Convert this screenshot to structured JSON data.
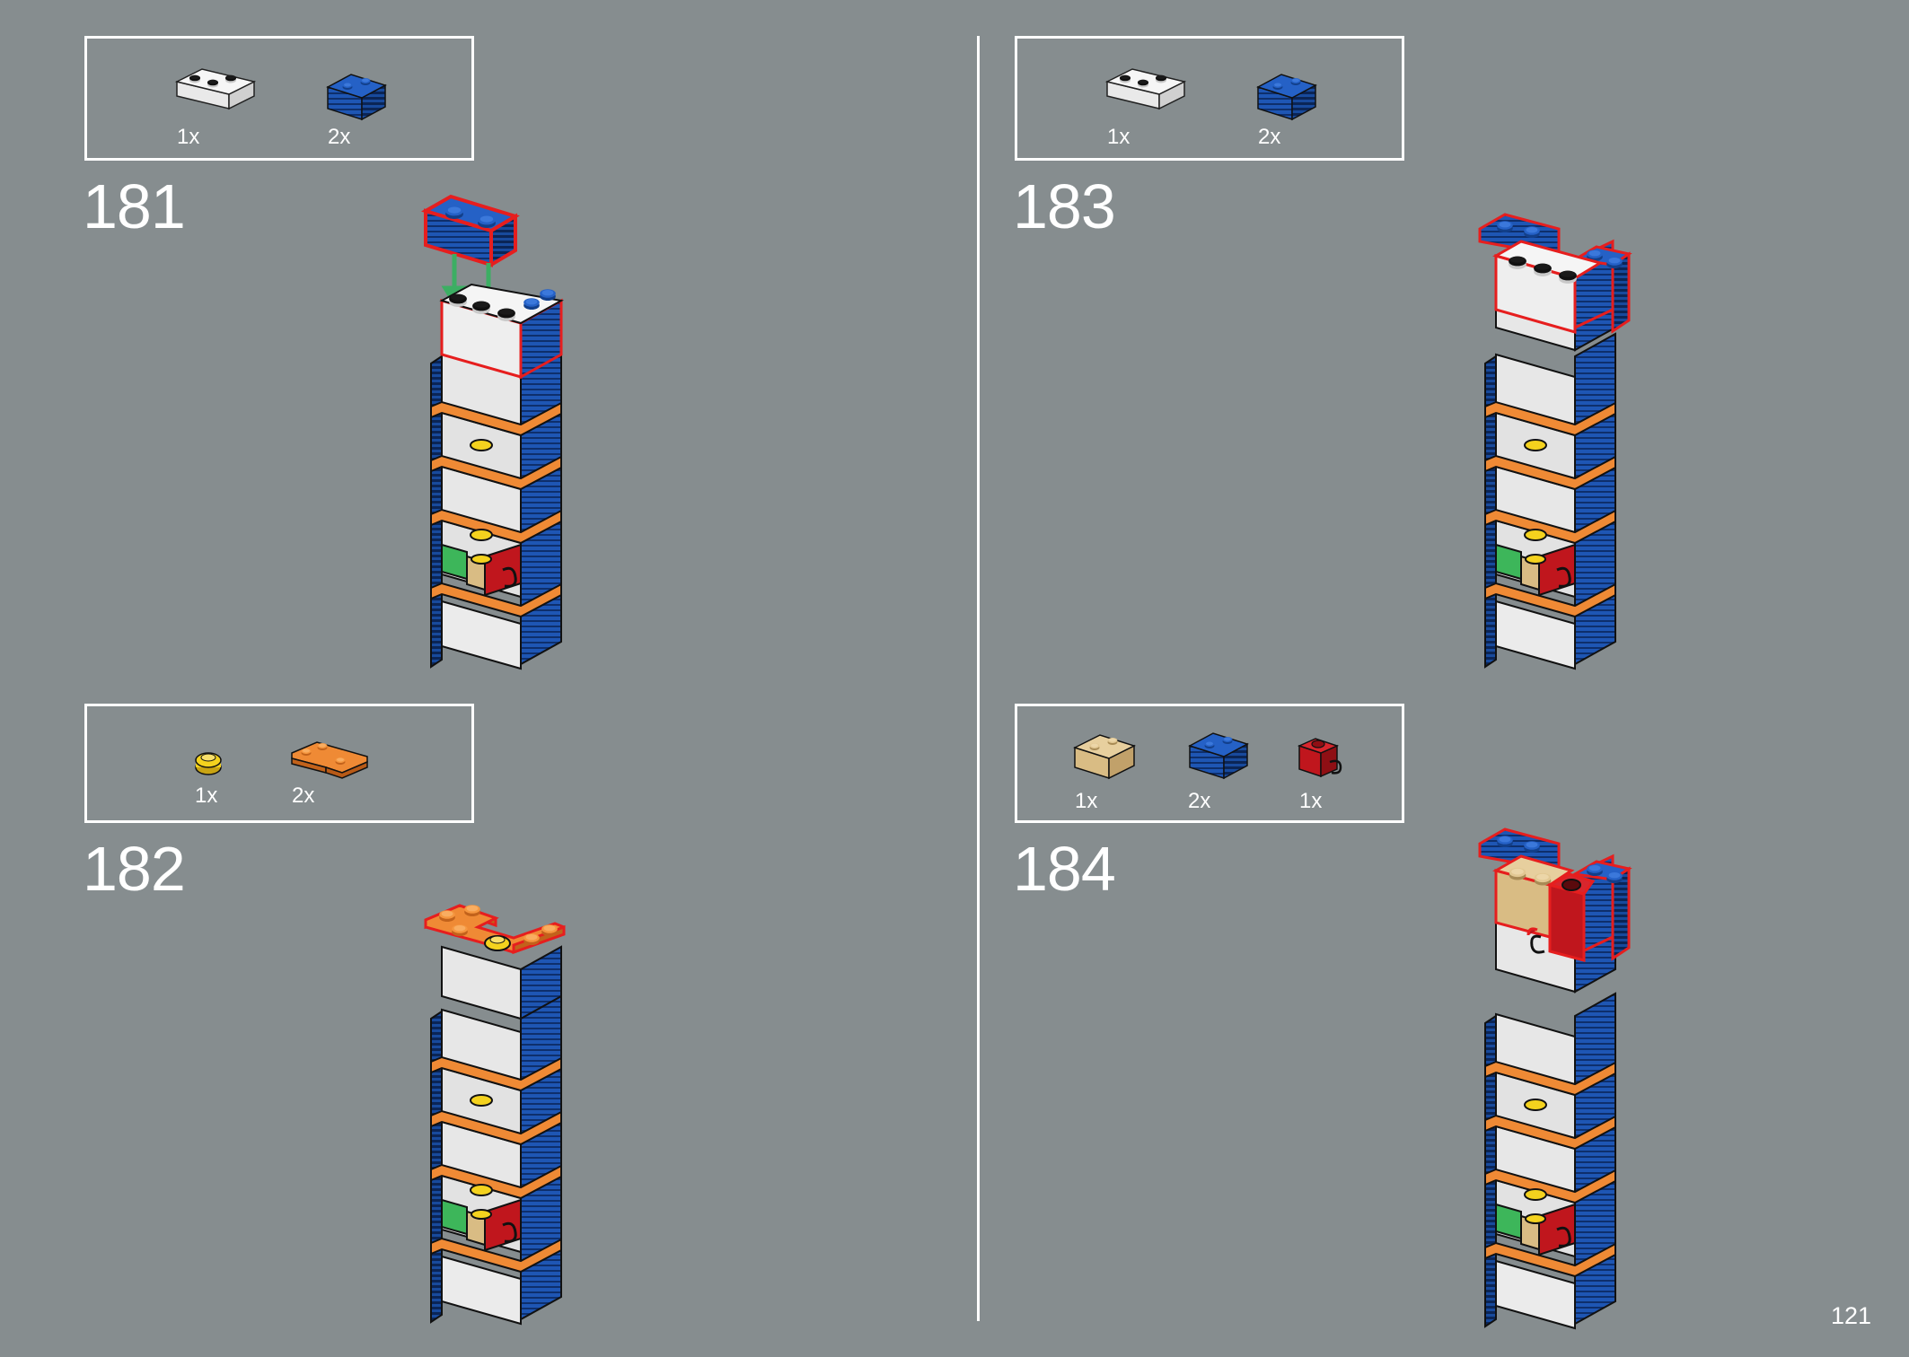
{
  "page_number": "121",
  "colors": {
    "background": "#868d8f",
    "white_brick": "#ecedec",
    "blue_brick": "#1e56b4",
    "orange_plate": "#ef8a35",
    "yellow_round": "#f4d21e",
    "tan_brick": "#d9bc84",
    "red_brick": "#c0161d",
    "green_part": "#3db65a",
    "highlight_outline": "#e61e1e",
    "arrow": "#3cae63"
  },
  "steps": [
    {
      "number": "181",
      "parts": [
        {
          "icon": "white-1x3-brick-icon",
          "qty": "1x"
        },
        {
          "icon": "blue-grille-brick-icon",
          "qty": "2x"
        }
      ]
    },
    {
      "number": "182",
      "parts": [
        {
          "icon": "yellow-round-plate-icon",
          "qty": "1x"
        },
        {
          "icon": "orange-corner-plate-icon",
          "qty": "2x"
        }
      ]
    },
    {
      "number": "183",
      "parts": [
        {
          "icon": "white-1x3-brick-icon",
          "qty": "1x"
        },
        {
          "icon": "blue-grille-brick-icon",
          "qty": "2x"
        }
      ]
    },
    {
      "number": "184",
      "parts": [
        {
          "icon": "tan-1x2-brick-icon",
          "qty": "1x"
        },
        {
          "icon": "blue-grille-brick-icon",
          "qty": "2x"
        },
        {
          "icon": "red-clip-brick-icon",
          "qty": "1x"
        }
      ]
    }
  ]
}
